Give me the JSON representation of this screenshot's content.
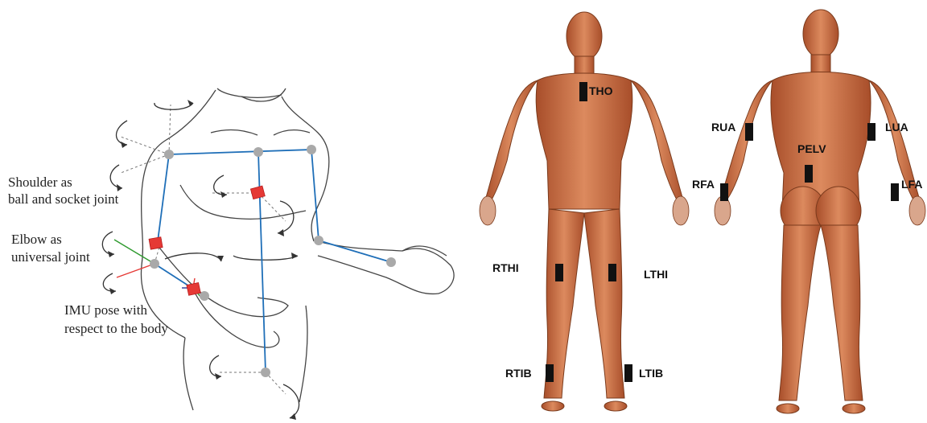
{
  "left_labels": {
    "shoulder_line1": "Shoulder as",
    "shoulder_line2": "ball and socket joint",
    "elbow_line1": "Elbow as",
    "elbow_line2": "universal joint",
    "imu_line1": "IMU pose with",
    "imu_line2": "respect to the body"
  },
  "sensors": {
    "tho": "THO",
    "rthi": "RTHI",
    "lthi": "LTHI",
    "rtib": "RTIB",
    "ltib": "LTIB",
    "rua": "RUA",
    "lua": "LUA",
    "pelv": "PELV",
    "rfa": "RFA",
    "lfa": "LFA"
  },
  "colors": {
    "skeleton": "#1f6fb8",
    "joint": "#a9a9a9",
    "imu": "#e53935",
    "muscle": "#c8643c",
    "sensor": "#111111"
  }
}
